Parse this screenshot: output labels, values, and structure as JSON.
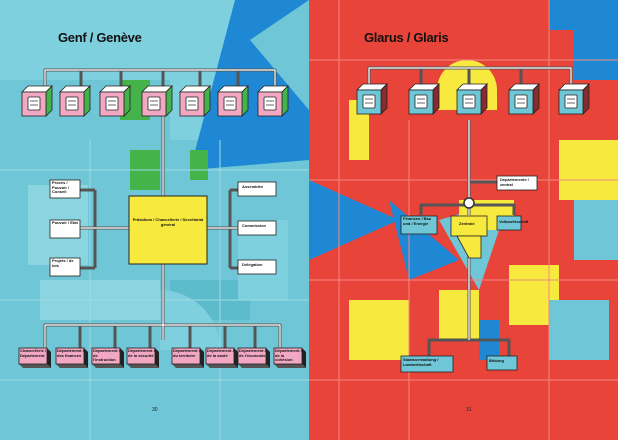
{
  "left_page": {
    "title": "Genf / Genève",
    "page_number": "30",
    "colors": {
      "background": "#6ec6d6",
      "accent_green": "#44b34a",
      "accent_pink": "#f2a7c3",
      "accent_yellow": "#f7e93e",
      "accent_blue": "#1e88d4"
    },
    "top_icons": [
      "finance-icon",
      "computer-icon",
      "building-icon",
      "health-icon",
      "document-icon",
      "pen-icon",
      "tools-icon"
    ],
    "center_label": "Präsidium / Chancellerie / Secrétariat général",
    "left_boxes": [
      "Procès / Pouvoir / Conseil",
      "Pouvoir / Etat",
      "Projets / de lois"
    ],
    "right_boxes": [
      "Assemblée",
      "Commission",
      "Délégation"
    ],
    "bottom_boxes": [
      "Chancellerie / Département",
      "Département / des finances",
      "Département / de l'instruction",
      "Département / de la sécurité",
      "Département / du territoire",
      "Département / de la santé",
      "Département / de l'économie",
      "Département / de la cohésion"
    ]
  },
  "right_page": {
    "title": "Glarus / Glaris",
    "page_number": "31",
    "colors": {
      "background": "#e8443a",
      "accent_yellow": "#f7e93e",
      "accent_blue": "#1e88d4",
      "accent_teal": "#6ec6d6"
    },
    "top_icons": [
      "building-icon",
      "computer-icon",
      "leaf-icon",
      "tools-icon",
      "person-icon"
    ],
    "side_label": "Departemente / zentral",
    "mid_boxes": [
      "Finanzen / Bau und / Energie",
      "Zentrale",
      "Volkswirtschaft"
    ],
    "bottom_boxes": [
      "Staatsverwaltung / Landwirtschaft",
      "Bildung"
    ]
  }
}
